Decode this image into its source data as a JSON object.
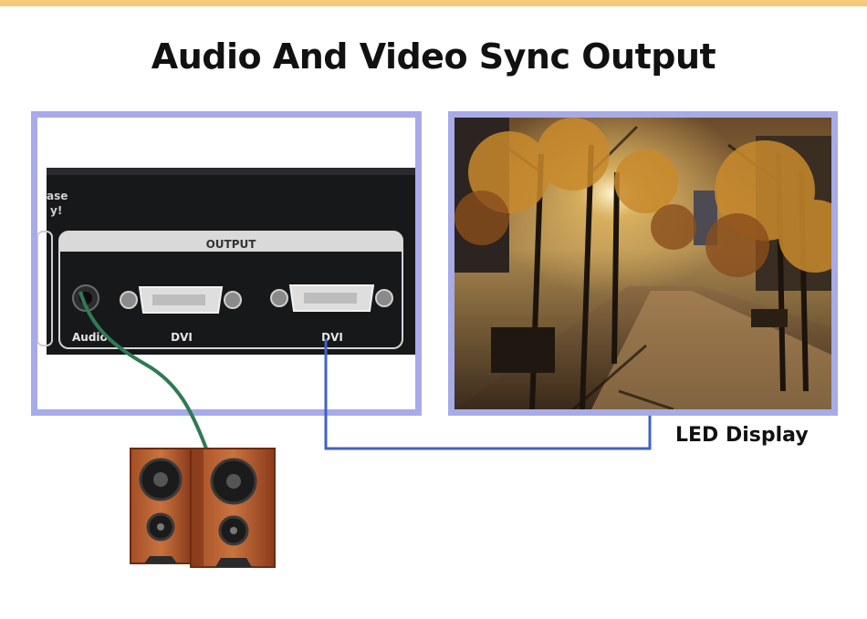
{
  "title": "Audio And Video Sync Output",
  "device": {
    "panel_label": "OUTPUT",
    "side_text_line1": "ase",
    "side_text_line2": "y!",
    "ports": [
      {
        "label": "Audio"
      },
      {
        "label": "DVI"
      },
      {
        "label": "DVI"
      }
    ]
  },
  "display": {
    "label": "LED Display"
  },
  "colors": {
    "top_bar": "#f7c97c",
    "frame": "#a7abe8",
    "video_cable": "#3e63c4",
    "audio_cable": "#2f7a55"
  }
}
